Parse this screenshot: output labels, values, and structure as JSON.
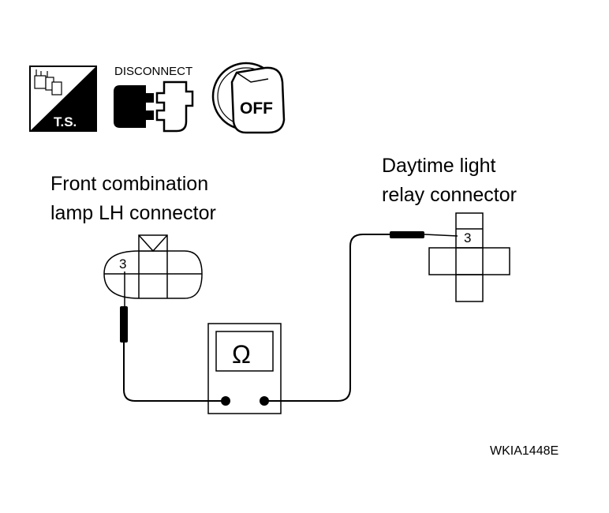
{
  "icons": {
    "ts_label": "T.S.",
    "disconnect_label": "DISCONNECT",
    "off_label": "OFF"
  },
  "front_connector": {
    "title_line1": "Front combination",
    "title_line2": "lamp LH connector",
    "pin": "3"
  },
  "relay_connector": {
    "title_line1": "Daytime light",
    "title_line2": "relay connector",
    "pin": "3"
  },
  "meter": {
    "symbol": "Ω"
  },
  "figure_code": "WKIA1448E"
}
